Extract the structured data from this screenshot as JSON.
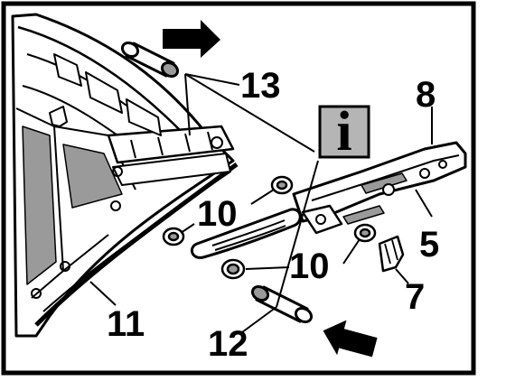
{
  "callouts": {
    "c13": "13",
    "c8": "8",
    "c10a": "10",
    "c10b": "10",
    "c5": "5",
    "c7": "7",
    "c11": "11",
    "c12": "12"
  },
  "info_badge": {
    "letter": "i"
  },
  "colors": {
    "ink": "#000000",
    "paper": "#ffffff",
    "shade": "#9a9a9a",
    "badge": "#b5b5b5"
  },
  "icons": {
    "info": "info-icon",
    "direction_top": "arrow-right-icon",
    "direction_bottom": "arrow-up-left-icon"
  }
}
